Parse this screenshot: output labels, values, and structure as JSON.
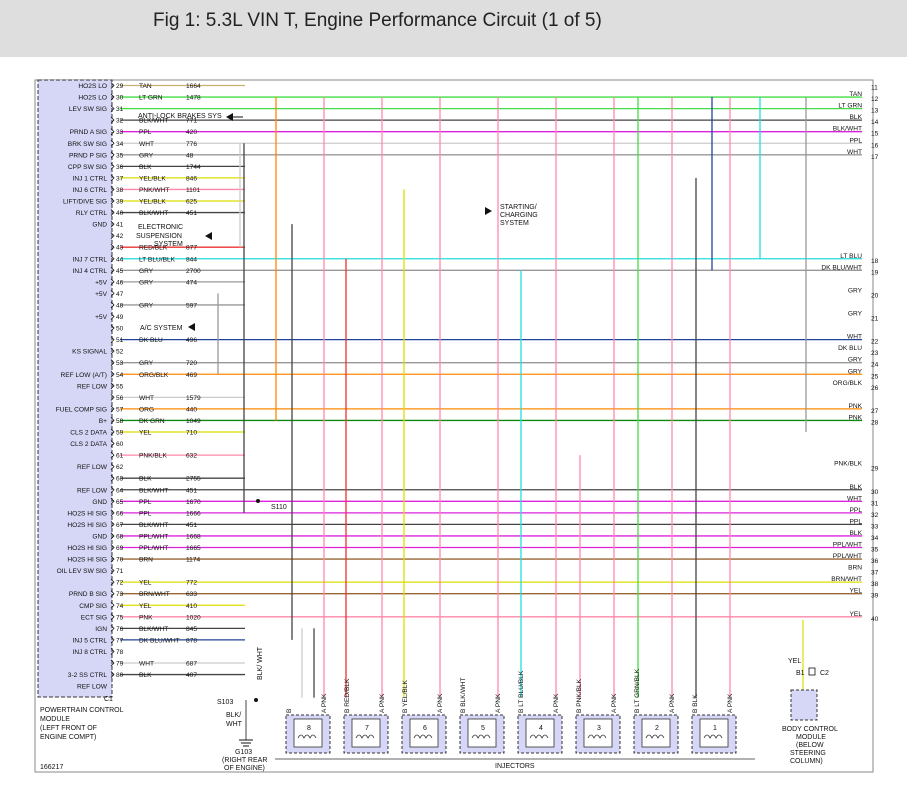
{
  "header": {
    "title": "Fig 1: 5.3L VIN T, Engine Performance Circuit (1 of 5)"
  },
  "colors": {
    "tan": "#c8b070",
    "ltgrn": "#44dd44",
    "blk": "#444444",
    "ppl": "#dd22dd",
    "wht": "#cccccc",
    "gry": "#999999",
    "yel": "#dddd00",
    "pnk": "#ff88aa",
    "red": "#ee3333",
    "ltblu": "#22dddd",
    "dkblu": "#224499",
    "org": "#ff8800",
    "dkgrn": "#118811",
    "brn": "#996633",
    "module": "#d6d6f6"
  },
  "pcm": {
    "label_lines": [
      "POWERTRAIN CONTROL",
      "MODULE",
      "(LEFT FRONT OF",
      "ENGINE COMPT)"
    ],
    "connector": "C1"
  },
  "pins": [
    {
      "sig": "HO2S LO",
      "num": "29",
      "color": "TAN",
      "circ": "1664",
      "c": "tan",
      "rnum": "11",
      "rlabel": ""
    },
    {
      "sig": "HO2S LO",
      "num": "30",
      "color": "LT GRN",
      "circ": "1478",
      "c": "ltgrn",
      "rnum": "12",
      "rlabel": "TAN"
    },
    {
      "sig": "LEV SW SIG",
      "num": "31",
      "color": "",
      "circ": "",
      "c": "ltgrn",
      "rnum": "13",
      "rlabel": "LT GRN"
    },
    {
      "sig": "",
      "num": "32",
      "color": "BLK/WHT",
      "circ": "771",
      "c": "blk",
      "rnum": "14",
      "rlabel": "BLK"
    },
    {
      "sig": "PRND A SIG",
      "num": "33",
      "color": "PPL",
      "circ": "420",
      "c": "ppl",
      "rnum": "15",
      "rlabel": "BLK/WHT"
    },
    {
      "sig": "BRK SW SIG",
      "num": "34",
      "color": "WHT",
      "circ": "776",
      "c": "wht",
      "rnum": "16",
      "rlabel": "PPL"
    },
    {
      "sig": "PRND P SIG",
      "num": "35",
      "color": "GRY",
      "circ": "48",
      "c": "gry",
      "rnum": "17",
      "rlabel": "WHT"
    },
    {
      "sig": "CPP SW SIG",
      "num": "36",
      "color": "BLK",
      "circ": "1744",
      "c": "blk",
      "rnum": "",
      "rlabel": ""
    },
    {
      "sig": "INJ 1 CTRL",
      "num": "37",
      "color": "YEL/BLK",
      "circ": "846",
      "c": "yel",
      "rnum": "",
      "rlabel": ""
    },
    {
      "sig": "INJ 6 CTRL",
      "num": "38",
      "color": "PNK/WHT",
      "circ": "1101",
      "c": "pnk",
      "rnum": "",
      "rlabel": ""
    },
    {
      "sig": "LIFT/DIVE SIG",
      "num": "39",
      "color": "YEL/BLK",
      "circ": "625",
      "c": "yel",
      "rnum": "",
      "rlabel": ""
    },
    {
      "sig": "RLY CTRL",
      "num": "40",
      "color": "BLK/WHT",
      "circ": "451",
      "c": "blk",
      "rnum": "",
      "rlabel": ""
    },
    {
      "sig": "GND",
      "num": "41",
      "color": "",
      "circ": "",
      "c": "",
      "rnum": "",
      "rlabel": ""
    },
    {
      "sig": "",
      "num": "42",
      "color": "",
      "circ": "",
      "c": "",
      "rnum": "",
      "rlabel": ""
    },
    {
      "sig": "",
      "num": "43",
      "color": "RED/BLK",
      "circ": "877",
      "c": "red",
      "rnum": "",
      "rlabel": ""
    },
    {
      "sig": "INJ 7 CTRL",
      "num": "44",
      "color": "LT BLU/BLK",
      "circ": "844",
      "c": "ltblu",
      "rnum": "18",
      "rlabel": "LT BLU"
    },
    {
      "sig": "INJ 4 CTRL",
      "num": "45",
      "color": "GRY",
      "circ": "2700",
      "c": "gry",
      "rnum": "19",
      "rlabel": "DK BLU/WHT"
    },
    {
      "sig": "+5V",
      "num": "46",
      "color": "GRY",
      "circ": "474",
      "c": "gry",
      "rnum": "",
      "rlabel": ""
    },
    {
      "sig": "+5V",
      "num": "47",
      "color": "",
      "circ": "",
      "c": "",
      "rnum": "20",
      "rlabel": "GRY"
    },
    {
      "sig": "",
      "num": "48",
      "color": "GRY",
      "circ": "597",
      "c": "gry",
      "rnum": "",
      "rlabel": ""
    },
    {
      "sig": "+5V",
      "num": "49",
      "color": "",
      "circ": "",
      "c": "",
      "rnum": "21",
      "rlabel": "GRY"
    },
    {
      "sig": "",
      "num": "50",
      "color": "",
      "circ": "",
      "c": "",
      "rnum": "",
      "rlabel": ""
    },
    {
      "sig": "",
      "num": "51",
      "color": "DK BLU",
      "circ": "496",
      "c": "dkblu",
      "rnum": "22",
      "rlabel": "WHT"
    },
    {
      "sig": "KS SIGNAL",
      "num": "52",
      "color": "",
      "circ": "",
      "c": "",
      "rnum": "23",
      "rlabel": "DK BLU"
    },
    {
      "sig": "",
      "num": "53",
      "color": "GRY",
      "circ": "720",
      "c": "gry",
      "rnum": "24",
      "rlabel": "GRY"
    },
    {
      "sig": "REF LOW (A/T)",
      "num": "54",
      "color": "ORG/BLK",
      "circ": "469",
      "c": "org",
      "rnum": "25",
      "rlabel": "GRY"
    },
    {
      "sig": "REF LOW",
      "num": "55",
      "color": "",
      "circ": "",
      "c": "",
      "rnum": "26",
      "rlabel": "ORG/BLK"
    },
    {
      "sig": "",
      "num": "56",
      "color": "WHT",
      "circ": "1579",
      "c": "wht",
      "rnum": "",
      "rlabel": ""
    },
    {
      "sig": "FUEL COMP SIG",
      "num": "57",
      "color": "ORG",
      "circ": "440",
      "c": "org",
      "rnum": "27",
      "rlabel": "PNK"
    },
    {
      "sig": "B+",
      "num": "58",
      "color": "DK GRN",
      "circ": "1049",
      "c": "dkgrn",
      "rnum": "28",
      "rlabel": "PNK"
    },
    {
      "sig": "CLS 2 DATA",
      "num": "59",
      "color": "YEL",
      "circ": "710",
      "c": "yel",
      "rnum": "",
      "rlabel": ""
    },
    {
      "sig": "CLS 2 DATA",
      "num": "60",
      "color": "",
      "circ": "",
      "c": "",
      "rnum": "",
      "rlabel": ""
    },
    {
      "sig": "",
      "num": "61",
      "color": "PNK/BLK",
      "circ": "632",
      "c": "pnk",
      "rnum": "",
      "rlabel": ""
    },
    {
      "sig": "REF LOW",
      "num": "62",
      "color": "",
      "circ": "",
      "c": "",
      "rnum": "29",
      "rlabel": "PNK/BLK"
    },
    {
      "sig": "",
      "num": "63",
      "color": "BLK",
      "circ": "2755",
      "c": "blk",
      "rnum": "",
      "rlabel": ""
    },
    {
      "sig": "REF LOW",
      "num": "64",
      "color": "BLK/WHT",
      "circ": "451",
      "c": "blk",
      "rnum": "30",
      "rlabel": "BLK"
    },
    {
      "sig": "GND",
      "num": "65",
      "color": "PPL",
      "circ": "1670",
      "c": "ppl",
      "rnum": "31",
      "rlabel": "WHT"
    },
    {
      "sig": "HO2S HI SIG",
      "num": "66",
      "color": "PPL",
      "circ": "1666",
      "c": "ppl",
      "rnum": "32",
      "rlabel": "PPL"
    },
    {
      "sig": "HO2S HI SIG",
      "num": "67",
      "color": "BLK/WHT",
      "circ": "451",
      "c": "blk",
      "rnum": "33",
      "rlabel": "PPL"
    },
    {
      "sig": "GND",
      "num": "68",
      "color": "PPL/WHT",
      "circ": "1668",
      "c": "ppl",
      "rnum": "34",
      "rlabel": "BLK"
    },
    {
      "sig": "HO2S HI SIG",
      "num": "69",
      "color": "PPL/WHT",
      "circ": "1665",
      "c": "ppl",
      "rnum": "35",
      "rlabel": "PPL/WHT"
    },
    {
      "sig": "HO2S HI SIG",
      "num": "70",
      "color": "BRN",
      "circ": "1174",
      "c": "brn",
      "rnum": "36",
      "rlabel": "PPL/WHT"
    },
    {
      "sig": "OIL LEV SW SIG",
      "num": "71",
      "color": "",
      "circ": "",
      "c": "",
      "rnum": "37",
      "rlabel": "BRN"
    },
    {
      "sig": "",
      "num": "72",
      "color": "YEL",
      "circ": "772",
      "c": "yel",
      "rnum": "38",
      "rlabel": "BRN/WHT"
    },
    {
      "sig": "PRND B SIG",
      "num": "73",
      "color": "BRN/WHT",
      "circ": "633",
      "c": "brn",
      "rnum": "39",
      "rlabel": "YEL"
    },
    {
      "sig": "CMP SIG",
      "num": "74",
      "color": "YEL",
      "circ": "410",
      "c": "yel",
      "rnum": "",
      "rlabel": ""
    },
    {
      "sig": "ECT SIG",
      "num": "75",
      "color": "PNK",
      "circ": "1020",
      "c": "pnk",
      "rnum": "40",
      "rlabel": "YEL"
    },
    {
      "sig": "IGN",
      "num": "76",
      "color": "BLK/WHT",
      "circ": "845",
      "c": "blk",
      "rnum": "",
      "rlabel": ""
    },
    {
      "sig": "INJ 5 CTRL",
      "num": "77",
      "color": "DK BLU/WHT",
      "circ": "878",
      "c": "dkblu",
      "rnum": "",
      "rlabel": ""
    },
    {
      "sig": "INJ 8 CTRL",
      "num": "78",
      "color": "",
      "circ": "",
      "c": "",
      "rnum": "",
      "rlabel": ""
    },
    {
      "sig": "",
      "num": "79",
      "color": "WHT",
      "circ": "687",
      "c": "wht",
      "rnum": "",
      "rlabel": ""
    },
    {
      "sig": "3-2 SS CTRL",
      "num": "80",
      "color": "BLK",
      "circ": "407",
      "c": "blk",
      "rnum": "",
      "rlabel": ""
    },
    {
      "sig": "REF LOW",
      "num": "",
      "color": "",
      "circ": "",
      "c": "",
      "rnum": "",
      "rlabel": ""
    }
  ],
  "annotations": {
    "abs": "ANTI-LOCK BRAKES SYS",
    "ess": [
      "ELECTRONIC",
      "SUSPENSION",
      "SYSTEM"
    ],
    "ac": "A/C SYSTEM",
    "starting": [
      "STARTING/",
      "CHARGING",
      "SYSTEM"
    ],
    "s110": "S110",
    "s103": "S103",
    "blkwht_vert": "BLK/ WHT",
    "blkwht_lower": [
      "BLK/",
      "WHT"
    ],
    "g103": [
      "G103",
      "(RIGHT REAR",
      "OF ENGINE)"
    ],
    "figure_id": "166217"
  },
  "injectors": {
    "label": "INJECTORS",
    "items": [
      {
        "num": "8",
        "wire_b": "B",
        "wire_a": "A PNK"
      },
      {
        "num": "7",
        "wire_b": "B RED/BLK",
        "wire_a": "A PNK"
      },
      {
        "num": "6",
        "wire_b": "B YEL/BLK",
        "wire_a": "A PNK"
      },
      {
        "num": "5",
        "wire_b": "B BLK/WHT",
        "wire_a": "A PNK"
      },
      {
        "num": "4",
        "wire_b": "B LT BLU/BLK",
        "wire_a": "A PNK"
      },
      {
        "num": "3",
        "wire_b": "B PNK/BLK",
        "wire_a": "A PNK"
      },
      {
        "num": "2",
        "wire_b": "B LT GRN/BLK",
        "wire_a": "A PNK"
      },
      {
        "num": "1",
        "wire_b": "B BLK",
        "wire_a": "A PNK"
      }
    ]
  },
  "bcm": {
    "wire": "YEL",
    "pin": "B1",
    "connector": "C2",
    "label_lines": [
      "BODY CONTROL",
      "MODULE",
      "(BELOW",
      "STEERING",
      "COLUMN)"
    ]
  }
}
